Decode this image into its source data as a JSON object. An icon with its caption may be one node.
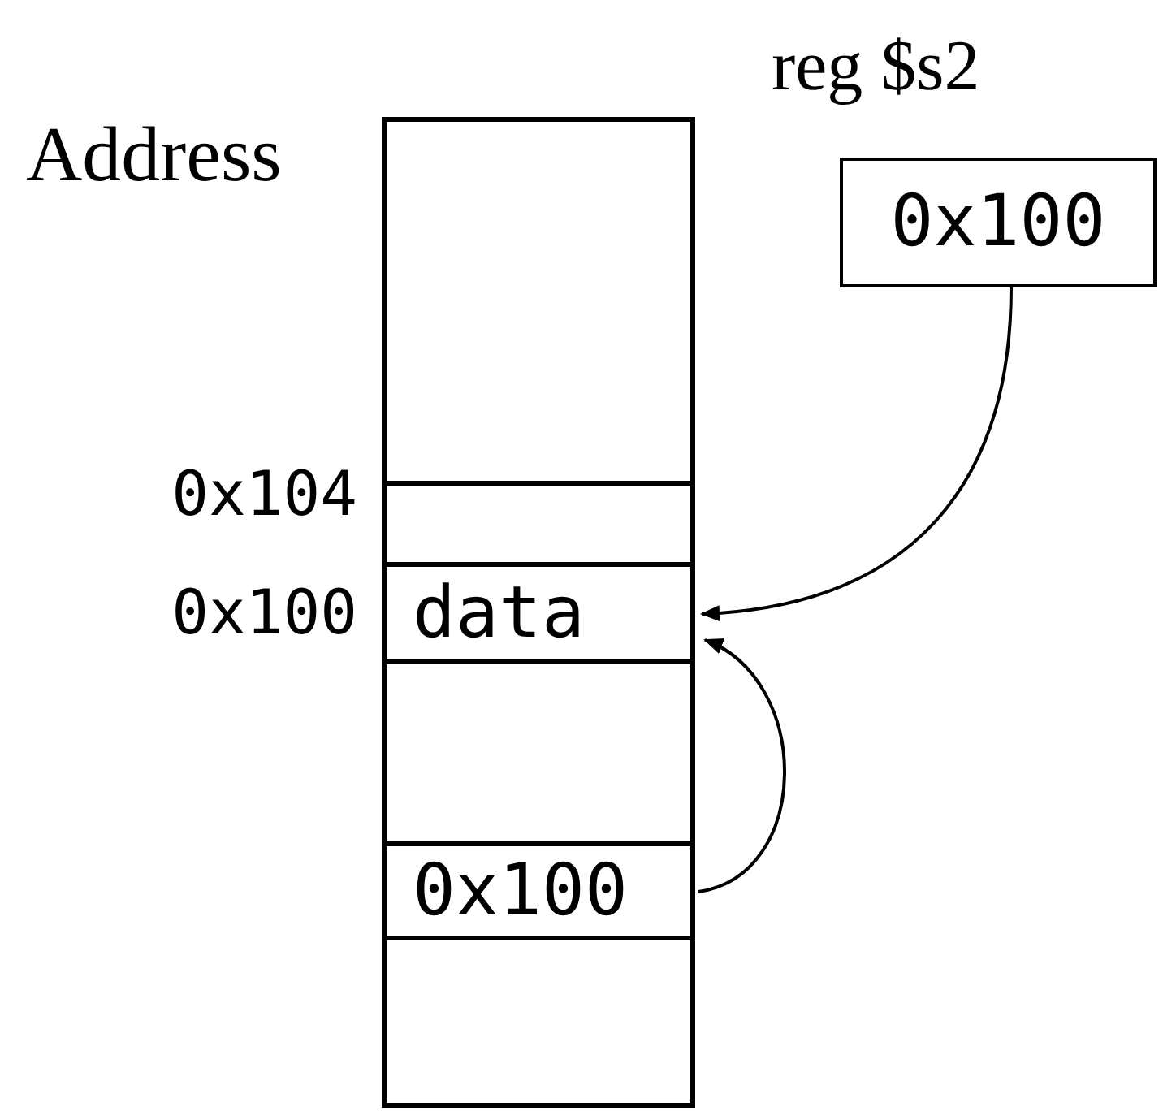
{
  "diagram": {
    "nodes": [
      {
        "text": [],
        "shape": "box"
      },
      {
        "text": [],
        "shape": "box",
        "in": 0
      },
      {
        "text": [],
        "shape": "box",
        "in": 0,
        "beside": [
          "0x104"
        ]
      },
      {
        "text": [
          "data"
        ],
        "in": 0,
        "beside": [
          "0x100"
        ]
      },
      {
        "text": [],
        "shape": "box",
        "in": 0
      },
      {
        "text": [
          "0x100"
        ],
        "in": 0
      },
      {
        "text": [],
        "shape": "box",
        "in": 0
      },
      {
        "text": [
          "0x100"
        ],
        "beside": [
          "reg $s2"
        ]
      }
    ],
    "edges": [
      {
        "from": 7,
        "to": 3,
        "arrow": "to"
      },
      {
        "from": 5,
        "to": 3,
        "arrow": "to"
      }
    ],
    "labels": [
      "Address"
    ]
  }
}
